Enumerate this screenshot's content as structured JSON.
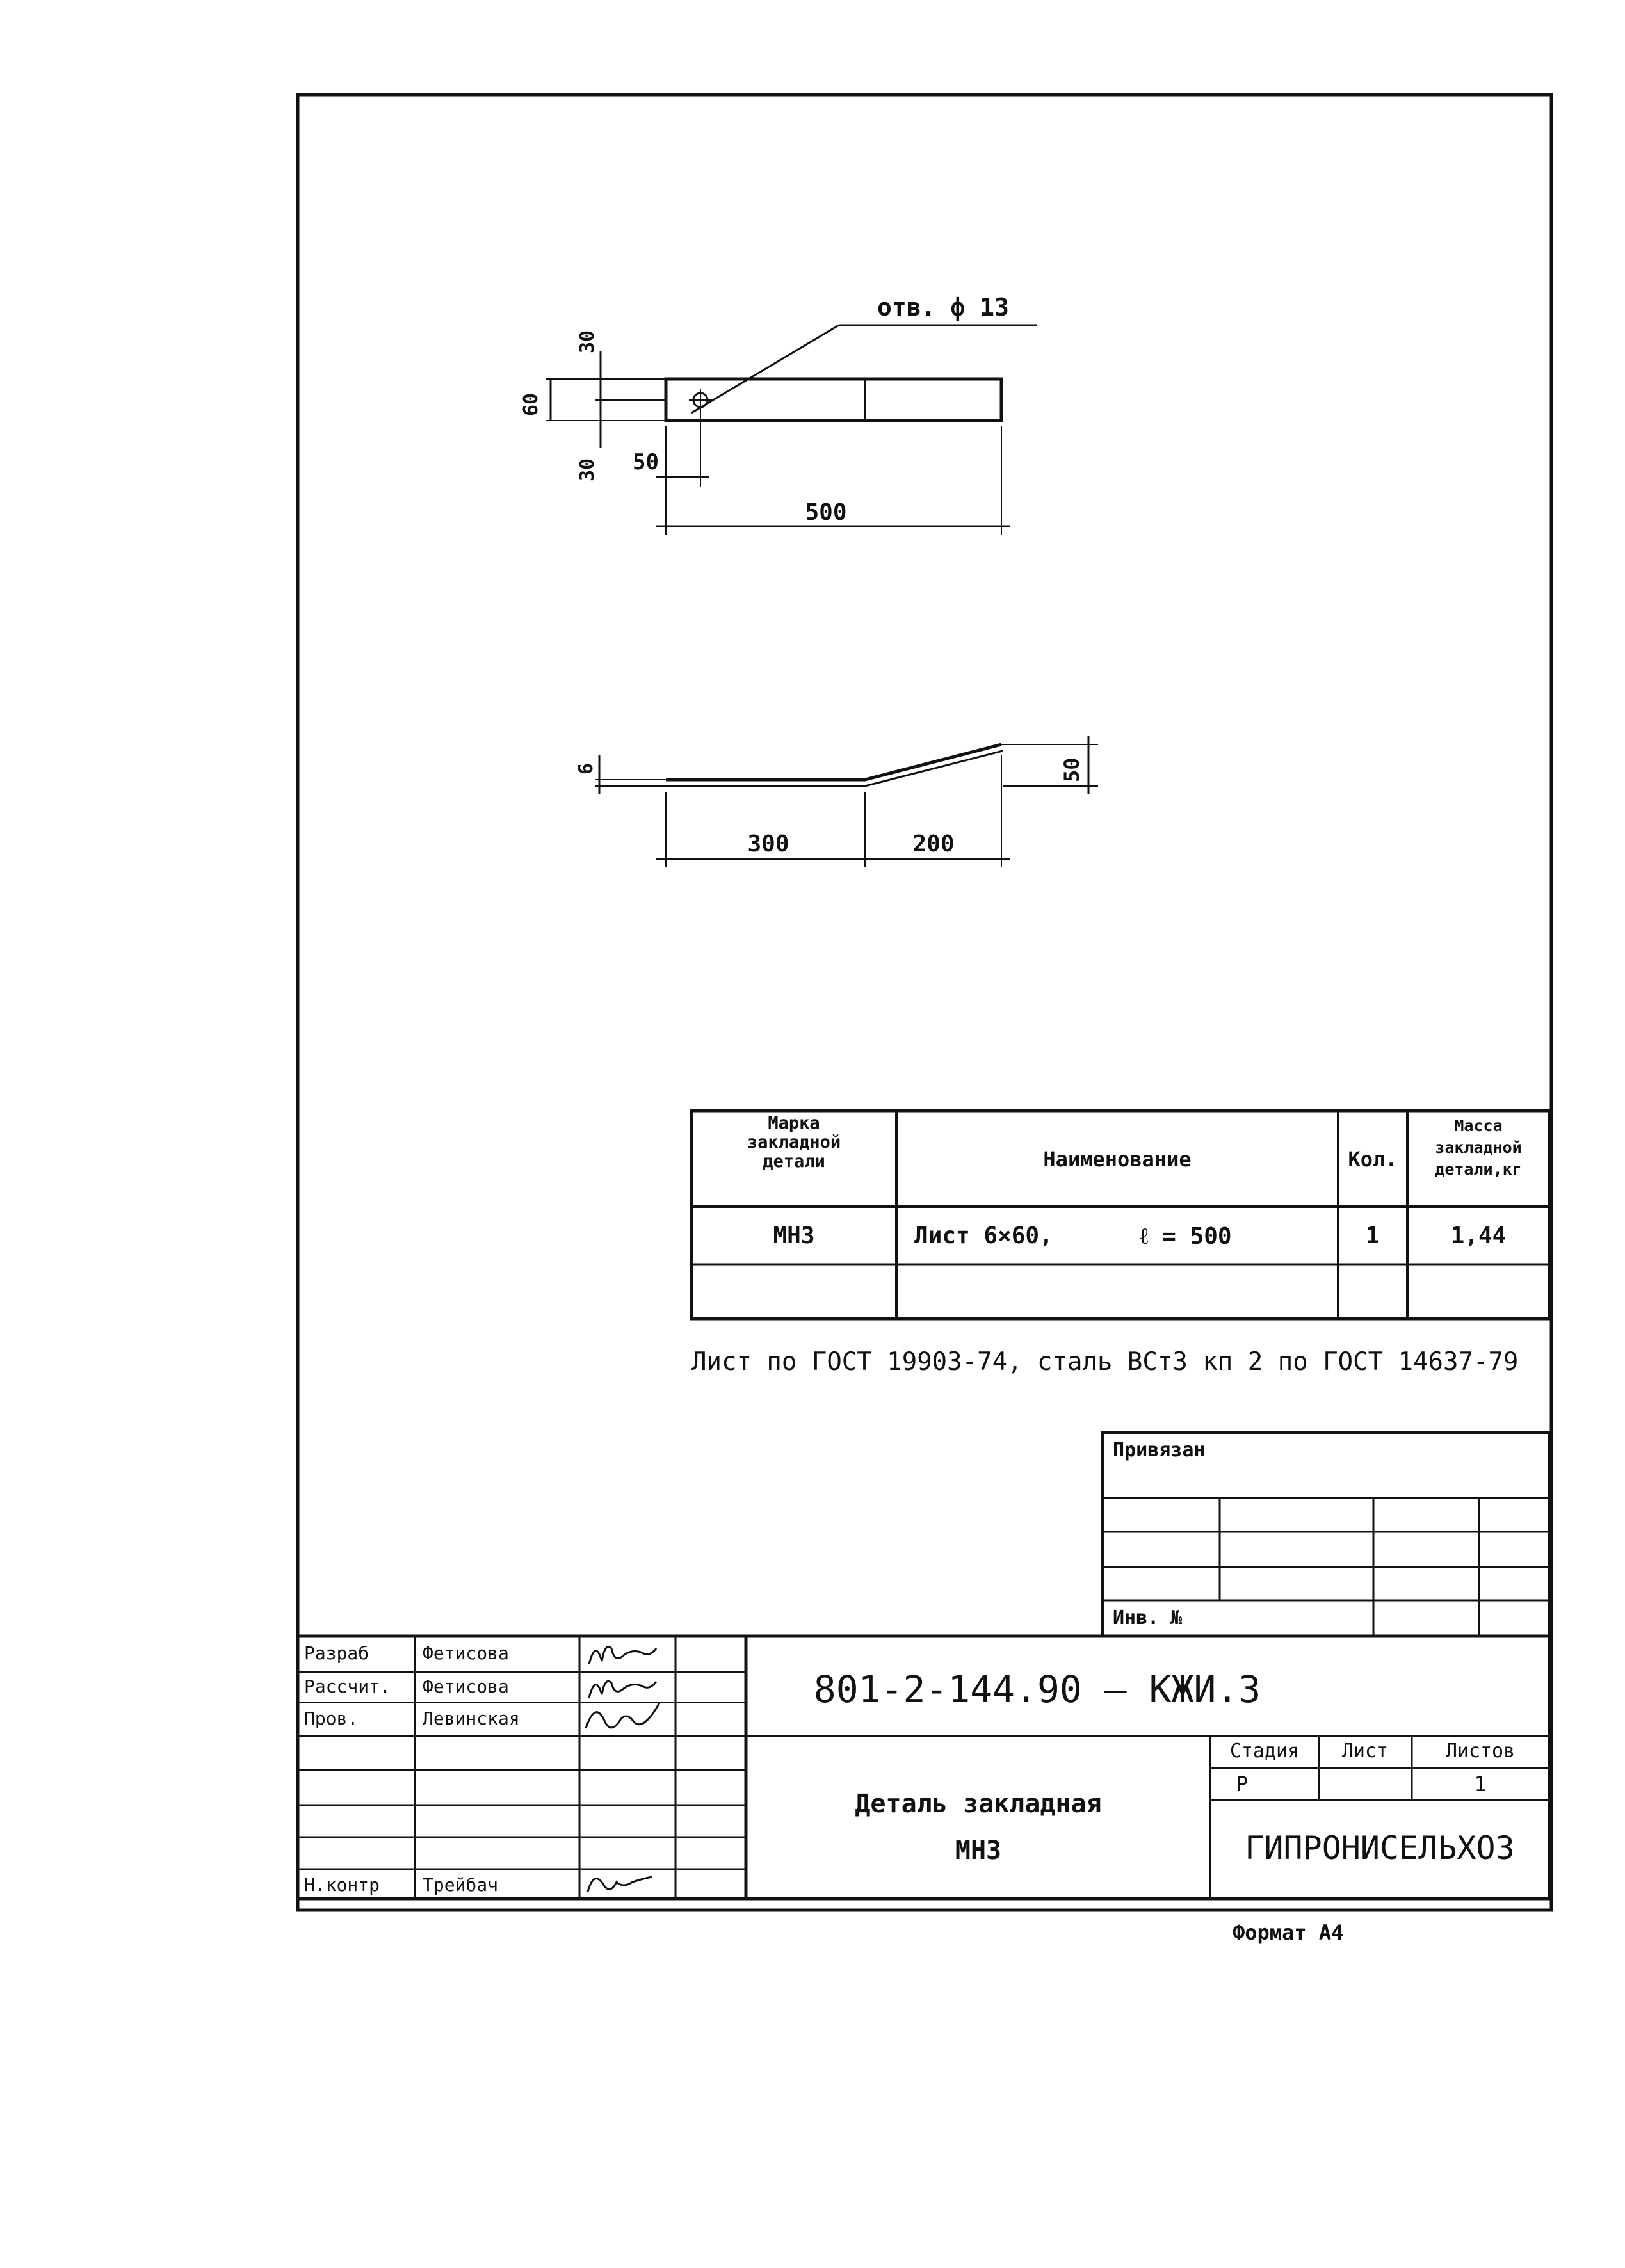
{
  "drawing_top": {
    "hole_label": "отв. ф 13",
    "dim_top": "30",
    "dim_height": "60",
    "dim_bottom": "30",
    "dim_offset": "50",
    "dim_length": "500"
  },
  "drawing_side": {
    "dim_thickness": "6",
    "dim_rise": "50",
    "dim_flat": "300",
    "dim_bent": "200"
  },
  "spec_table": {
    "headers": [
      "Марка закладной детали",
      "Наименование",
      "Кол.",
      "Масса закладной детали, кг"
    ],
    "header_mark_lines": [
      "Марка",
      "закладной",
      "детали"
    ],
    "header_mass_lines": [
      "Масса",
      "закладной",
      "детали,кг"
    ],
    "rows": [
      {
        "mark": "МН3",
        "name": "Лист 6×60,",
        "length": "ℓ = 500",
        "qty": "1",
        "mass": "1,44"
      }
    ]
  },
  "note": "Лист по ГОСТ 19903-74, сталь ВСт3 кп 2 по ГОСТ 14637-79",
  "binding_box": {
    "title": "Привязан",
    "inv_label": "Инв. №"
  },
  "title_block": {
    "roles": [
      {
        "role": "Разраб",
        "name": "Фетисова"
      },
      {
        "role": "Рассчит.",
        "name": "Фетисова"
      },
      {
        "role": "Пров.",
        "name": "Левинская"
      },
      {
        "role": "Н.контр",
        "name": "Трейбач"
      }
    ],
    "designation": "801-2-144.90 — КЖИ.3",
    "stage_header": "Стадия",
    "sheet_header": "Лист",
    "sheets_header": "Листов",
    "stage_value": "Р",
    "sheet_value": "",
    "sheets_value": "1",
    "title_line1": "Деталь закладная",
    "title_line2": "МН3",
    "organization": "ГИПРОНИСЕЛЬХОЗ"
  },
  "format_label": "Формат А4"
}
